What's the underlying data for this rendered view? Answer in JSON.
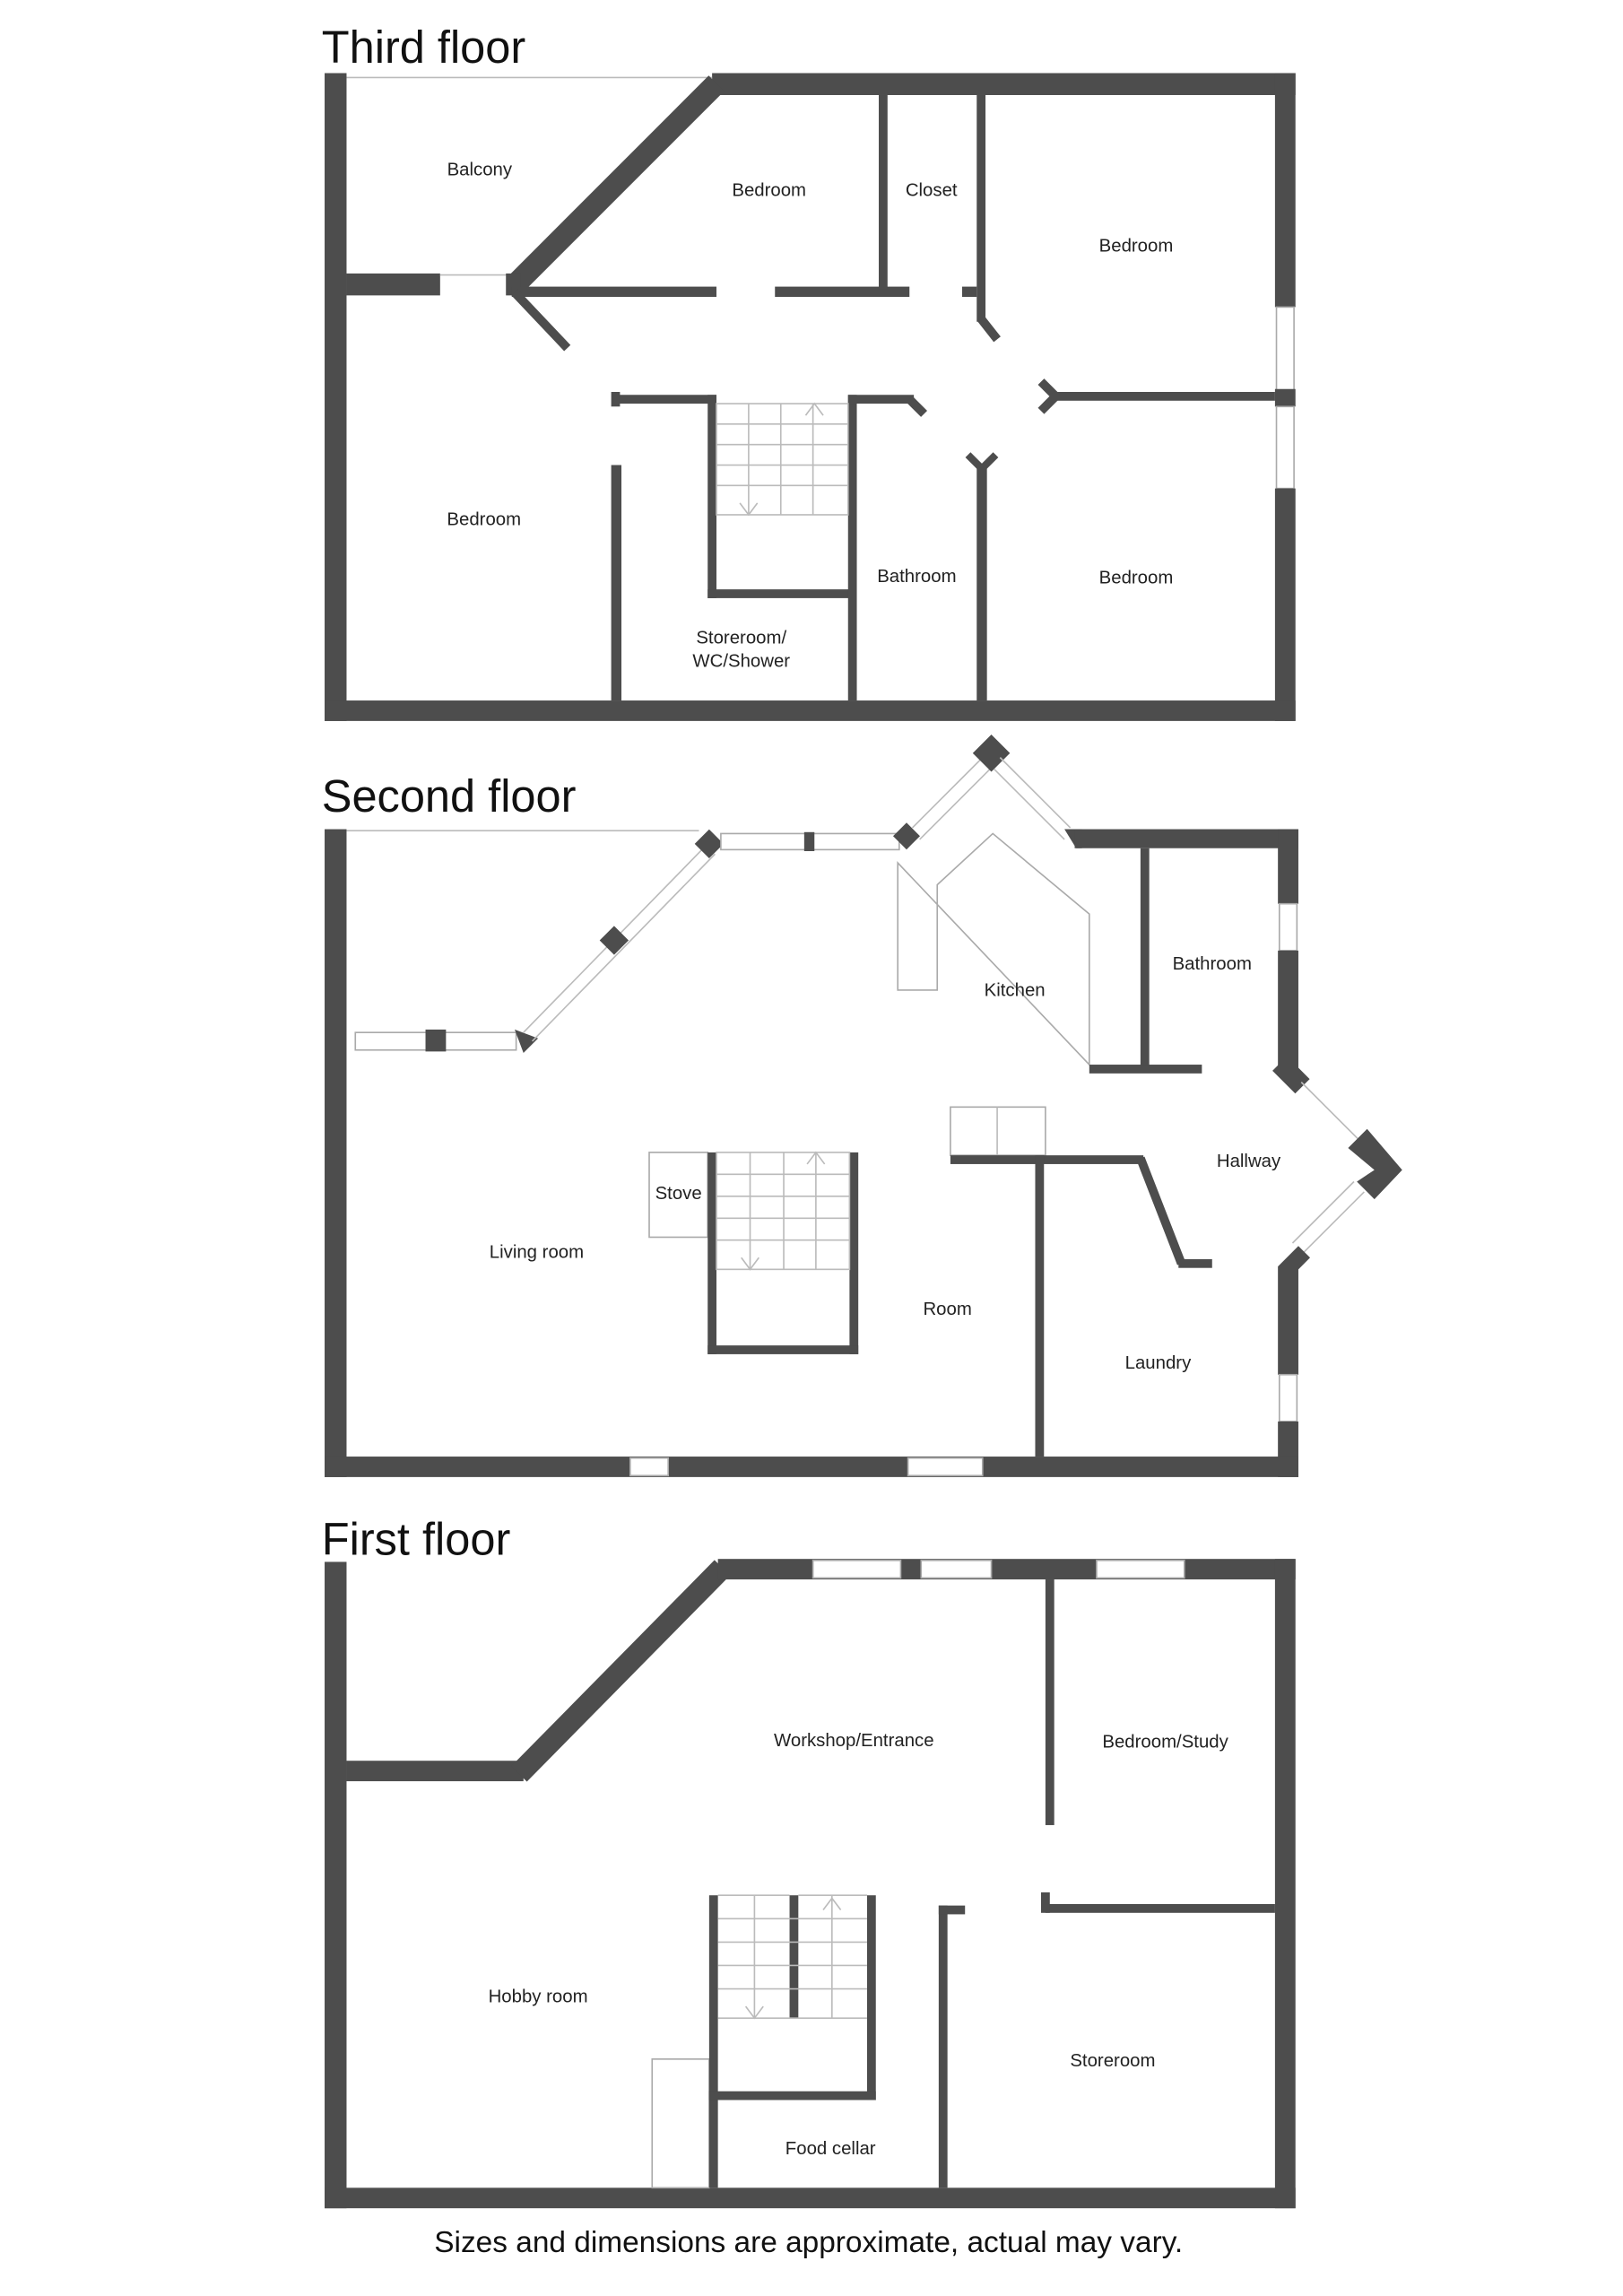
{
  "floors": {
    "third": {
      "title": "Third floor",
      "rooms": {
        "balcony": "Balcony",
        "bedroom_small": "Bedroom",
        "closet": "Closet",
        "bedroom_ne": "Bedroom",
        "bedroom_w": "Bedroom",
        "bathroom": "Bathroom",
        "bedroom_se": "Bedroom",
        "storeroom_1": "Storeroom/",
        "storeroom_2": "WC/Shower"
      }
    },
    "second": {
      "title": "Second floor",
      "rooms": {
        "kitchen": "Kitchen",
        "bathroom": "Bathroom",
        "hallway": "Hallway",
        "stove": "Stove",
        "living_room": "Living room",
        "room": "Room",
        "laundry": "Laundry"
      }
    },
    "first": {
      "title": "First floor",
      "rooms": {
        "workshop": "Workshop/Entrance",
        "bedroom_study": "Bedroom/Study",
        "hobby_room": "Hobby room",
        "storeroom": "Storeroom",
        "food_cellar": "Food cellar"
      }
    }
  },
  "footer": "Sizes and dimensions are approximate, actual may vary.",
  "colors": {
    "wall": "#4d4d4d",
    "background": "#ffffff"
  }
}
